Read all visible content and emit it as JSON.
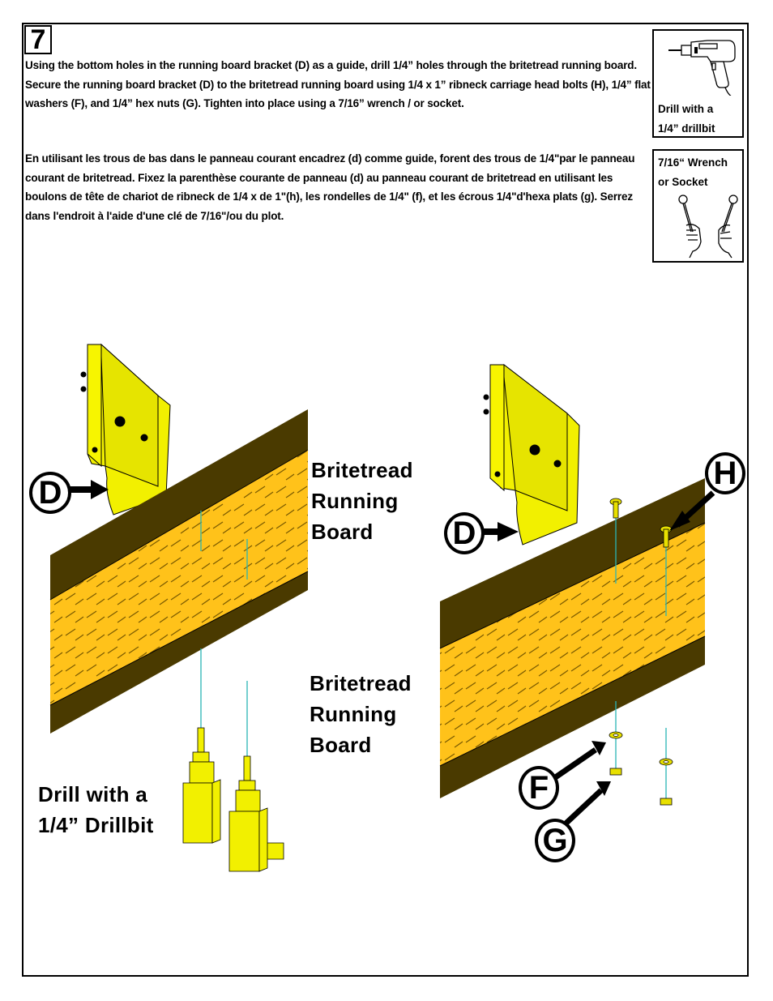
{
  "step": {
    "number": "7"
  },
  "instructions": {
    "english": "Using the bottom holes in the running board bracket (D) as a guide, drill 1/4” holes through the britetread running board.  Secure the running board bracket (D) to the britetread running board using 1/4 x 1” ribneck carriage head bolts (H), 1/4” flat washers (F), and 1/4” hex nuts (G).  Tighten into place using a 7/16” wrench / or socket.",
    "french": "En utilisant les trous de bas dans le panneau courant encadrez (d) comme guide, forent des trous de 1/4\"par le panneau courant de britetread. Fixez la parenthèse courante de panneau (d) au panneau courant de britetread en utilisant les boulons de tête de chariot de ribneck de 1/4 x de 1\"(h), les rondelles de 1/4\" (f), et les écrous 1/4\"d'hexa plats (g). Serrez dans l'endroit à l'aide d'une clé de 7/16\"/ou du plot."
  },
  "tools": {
    "drill": {
      "line1": "Drill with a",
      "line2": "1/4” drillbit",
      "icon": "drill-icon"
    },
    "wrench": {
      "line1": "7/16“ Wrench",
      "line2": "or Socket",
      "icon": "wrench-icon"
    }
  },
  "diagram_left": {
    "board_label": [
      "Britetread",
      "Running",
      "Board"
    ],
    "drill_label": [
      "Drill with a",
      "1/4” Drillbit"
    ],
    "callout_bracket": "D"
  },
  "diagram_right": {
    "board_label": [
      "Britetread",
      "Running",
      "Board"
    ],
    "callout_bracket": "D",
    "callout_bolt": "H",
    "callout_washer": "F",
    "callout_nut": "G"
  },
  "colors": {
    "bracket": "#f2f000",
    "board_face": "#ffc21a",
    "board_edge": "#4a3a00",
    "drill_line": "#2ab5b5",
    "hardware": "#e8e000"
  }
}
